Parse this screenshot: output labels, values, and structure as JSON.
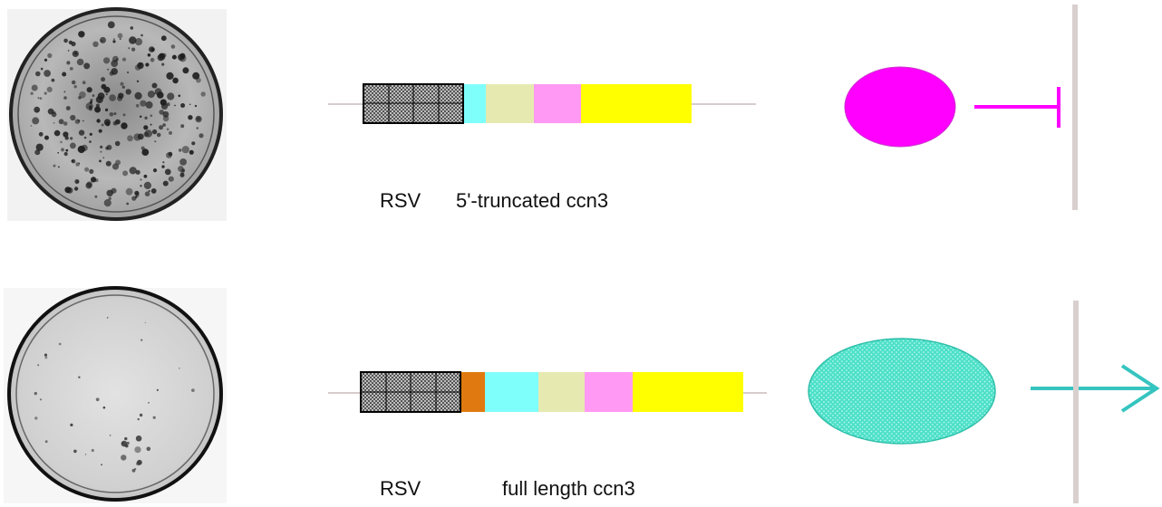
{
  "diagram": {
    "rows": [
      {
        "id": "truncated",
        "promoter_label": "RSV",
        "gene_label": "5'-truncated ccn3",
        "protein_color": "#ff00ff",
        "effect": "inhibition",
        "effect_color": "#ff00ff",
        "plate": "dense-colonies",
        "segments": [
          {
            "name": "rsv-promoter",
            "color": "#888888",
            "pattern": "checker"
          },
          {
            "name": "cyan-module",
            "color": "#7ffffb"
          },
          {
            "name": "green-module",
            "color": "#e6eab0"
          },
          {
            "name": "pink-module",
            "color": "#ff99f3"
          },
          {
            "name": "yellow-module",
            "color": "#ffff00"
          }
        ]
      },
      {
        "id": "full",
        "promoter_label": "RSV",
        "gene_label": "full length ccn3",
        "protein_color": "#4fe0c9",
        "effect": "secretion",
        "effect_color": "#35c4c0",
        "plate": "sparse-colonies",
        "segments": [
          {
            "name": "rsv-promoter",
            "color": "#888888",
            "pattern": "checker"
          },
          {
            "name": "orange-module",
            "color": "#e07a10"
          },
          {
            "name": "cyan-module",
            "color": "#7ffffb"
          },
          {
            "name": "green-module",
            "color": "#e6eab0"
          },
          {
            "name": "pink-module",
            "color": "#ff99f3"
          },
          {
            "name": "yellow-module",
            "color": "#ffff00"
          }
        ]
      }
    ],
    "membrane_color": "#d9cfcf",
    "backbone_color": "#d8cccc"
  }
}
